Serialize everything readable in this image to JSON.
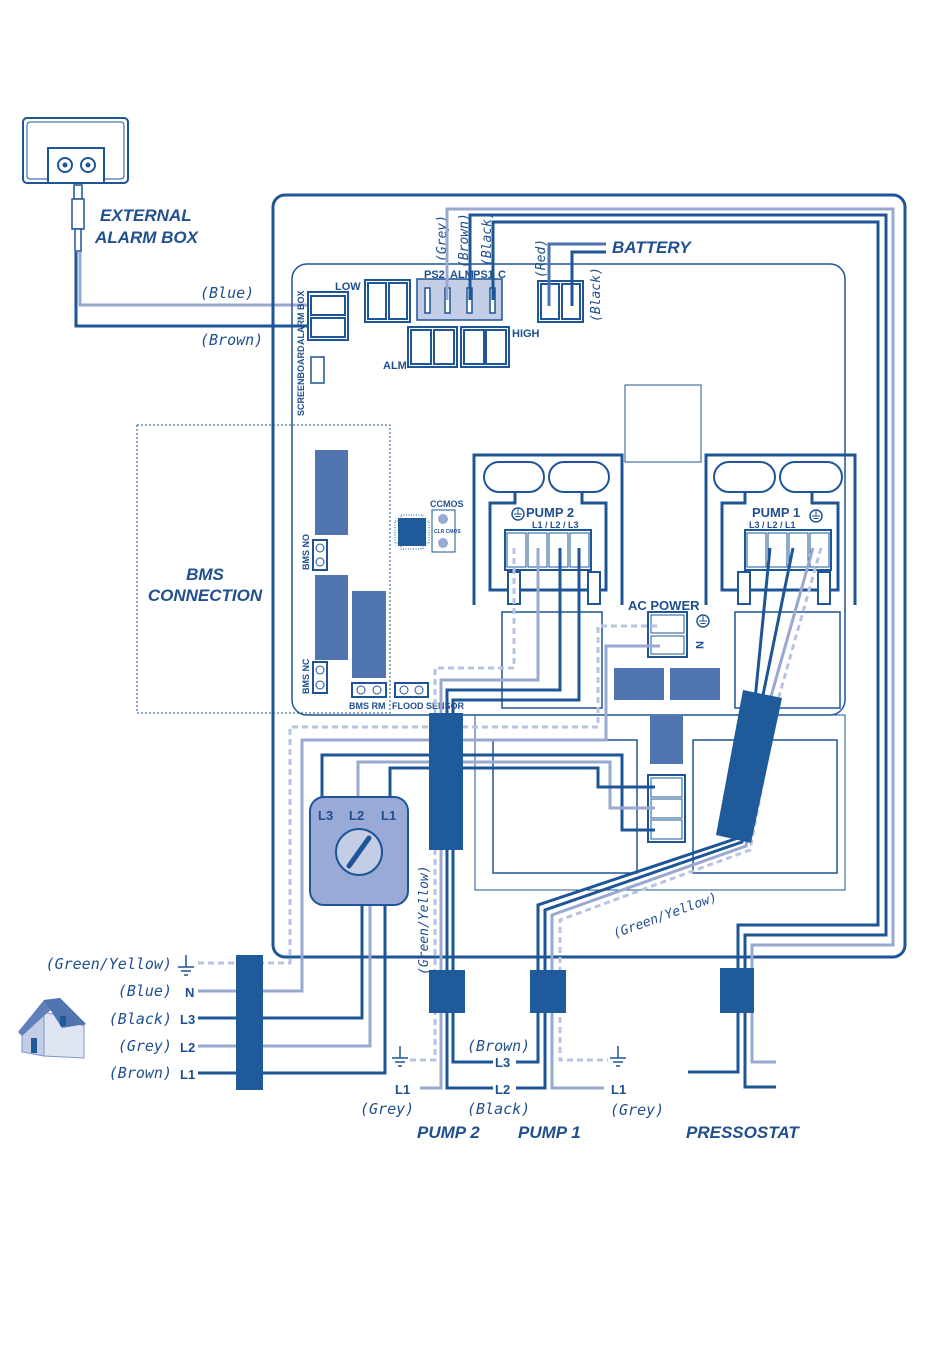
{
  "external_alarm": {
    "line1": "EXTERNAL",
    "line2": "ALARM BOX",
    "wire_blue": "(Blue)",
    "wire_brown": "(Brown)"
  },
  "board": {
    "alarm_box": "ALARM BOX",
    "screenboard": "SCREENBOARD",
    "low": "LOW",
    "alm": "ALM",
    "high": "HIGH",
    "ps2": "PS2",
    "ps_alm": "ALM",
    "ps1": "PS1",
    "c": "C",
    "wire_grey": "(Grey)",
    "wire_brown": "(Brown)",
    "wire_black": "(Black)",
    "battery": "BATTERY",
    "battery_red": "(Red)",
    "battery_black": "(Black)",
    "ccmos": "CCMOS",
    "clr_cmos": "CLR CMOS",
    "bms_no": "BMS NO",
    "bms_nc": "BMS NC",
    "bms_rm": "BMS RM",
    "flood_sensor": "FLOOD SENSOR",
    "pump2": "PUMP 2",
    "pump2_phases": "L1 / L2 / L3",
    "pump1": "PUMP 1",
    "pump1_phases": "L3 / L2 / L1",
    "ac_power": "AC POWER",
    "ac_n": "N"
  },
  "bms": {
    "line1": "BMS",
    "line2": "CONNECTION"
  },
  "switch": {
    "l3": "L3",
    "l2": "L2",
    "l1": "L1"
  },
  "supply": [
    {
      "color": "(Green/Yellow)",
      "term": "⏚"
    },
    {
      "color": "(Blue)",
      "term": "N"
    },
    {
      "color": "(Black)",
      "term": "L3"
    },
    {
      "color": "(Grey)",
      "term": "L2"
    },
    {
      "color": "(Brown)",
      "term": "L1"
    }
  ],
  "cables": {
    "gy_vertical": "(Green/Yellow)",
    "gy_diagonal": "(Green/Yellow)",
    "pump2_l1": "L1",
    "pump2_l1_color": "(Grey)",
    "pump1_l3": "L3",
    "pump1_l3_color": "(Brown)",
    "pump1_l2": "L2",
    "pump1_l2_color": "(Black)",
    "pump1_l1": "L1",
    "pump1_l1_color": "(Grey)"
  },
  "outputs": {
    "pump2": "PUMP 2",
    "pump1": "PUMP 1",
    "pressostat": "PRESSOSTAT"
  },
  "colors": {
    "dark_wire": "#1e5596",
    "grey_wire": "#98a8d0",
    "earth_wire": "#b7c3e2",
    "block": "#4f74b0"
  }
}
